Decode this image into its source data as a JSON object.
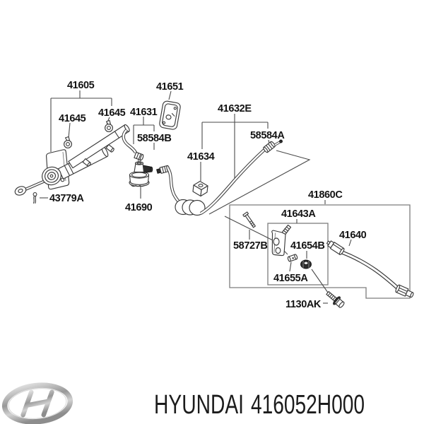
{
  "diagram": {
    "labels": {
      "p41605": "41605",
      "p41645_left": "41645",
      "p41645_right": "41645",
      "p41631": "41631",
      "p41651": "41651",
      "p58584B": "58584B",
      "p41632E": "41632E",
      "p58584A": "58584A",
      "p41634": "41634",
      "p43779A": "43779A",
      "p41690": "41690",
      "p41860C": "41860C",
      "p41643A": "41643A",
      "p58727B": "58727B",
      "p41654B": "41654B",
      "p41655A": "41655A",
      "p41640": "41640",
      "p1130AK": "1130AK"
    }
  },
  "footer": {
    "brand": "HYUNDAI",
    "part_code": "416052H000"
  },
  "colors": {
    "background": "#ffffff",
    "line_art": "#3a3a3a",
    "leader_line": "#4a4a4a",
    "detail_box": "#7d7d7d",
    "label_text": "#141414",
    "dark_part_fill": "#2d2d2d",
    "footer_text": "#1c1c1c",
    "logo_silver": "#b5b5b5"
  }
}
